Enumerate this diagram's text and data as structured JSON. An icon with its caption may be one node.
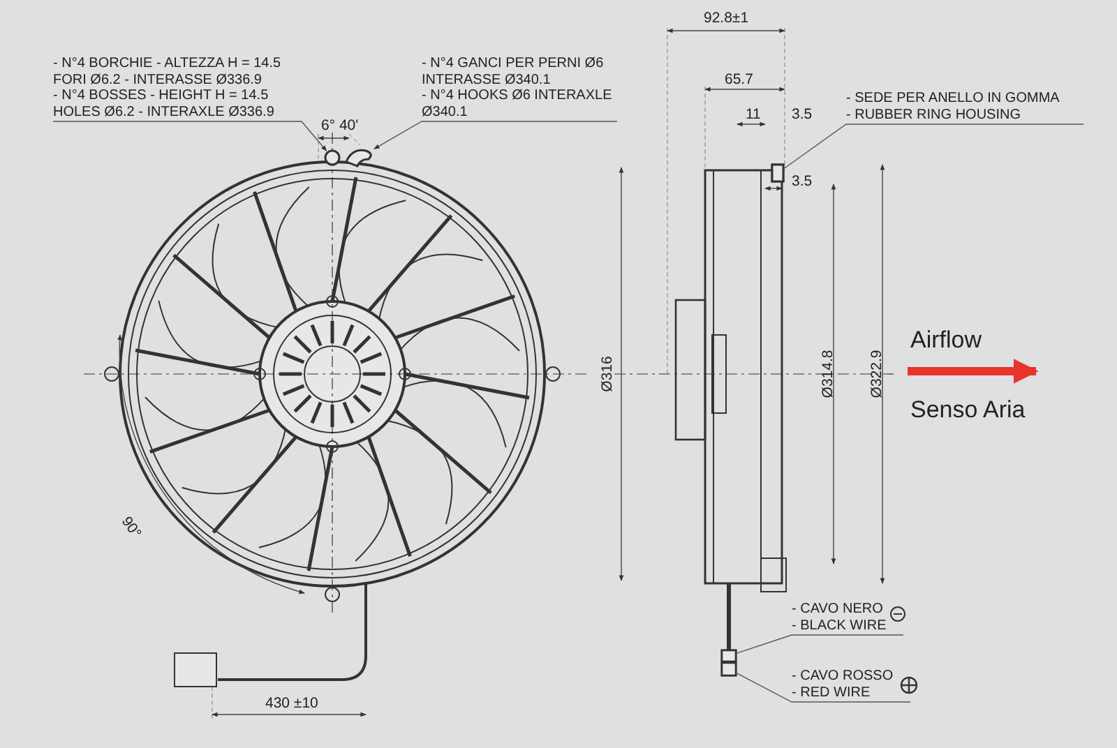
{
  "diagram": {
    "nodes": [
      {
        "text": [
          "- N°4 BORCHIE - ALTEZZA H = 14.5 FORI Ø6.2 - INTERASSE Ø336.9",
          "- N°4 BOSSES - HEIGHT H = 14.5 HOLES Ø6.2 - INTERAXLE Ø336.9"
        ]
      },
      {
        "text": [],
        "shape": "circle"
      },
      {
        "text": [
          "- N°4 GANCI PER PERNI Ø6 INTERASSE Ø340.1",
          "- N°4 HOOKS Ø6 INTERAXLE Ø340.1"
        ]
      },
      {
        "text": [],
        "shape": "picture"
      },
      {
        "text": [
          "- SEDE PER ANELLO IN GOMMA",
          "- RUBBER RING HOUSING"
        ]
      },
      {
        "text": [],
        "shape": "box"
      },
      {
        "text": [
          "- CAVO NERO",
          "- BLACK WIRE"
        ]
      },
      {
        "text": [],
        "shape": "box"
      },
      {
        "text": [
          "- CAVO ROSSO",
          "- RED WIRE"
        ]
      },
      {
        "text": [],
        "shape": "box"
      }
    ],
    "edges": [
      {
        "from": 0,
        "to": 1,
        "arrow": "to"
      },
      {
        "from": 2,
        "to": 3,
        "arrow": "to"
      },
      {
        "from": 4,
        "to": 5,
        "arrow": "none"
      },
      {
        "from": 6,
        "to": 7,
        "arrow": "none"
      },
      {
        "from": 8,
        "to": 9,
        "arrow": "none"
      }
    ],
    "labels": [
      "6° 40'",
      "92.8±1",
      "65.7",
      "11",
      "3.5",
      "3.5",
      "Ø316",
      "Ø314.8",
      "Ø322.9",
      "Airflow",
      "Senso Aria",
      "90°",
      "430 ±10"
    ]
  }
}
